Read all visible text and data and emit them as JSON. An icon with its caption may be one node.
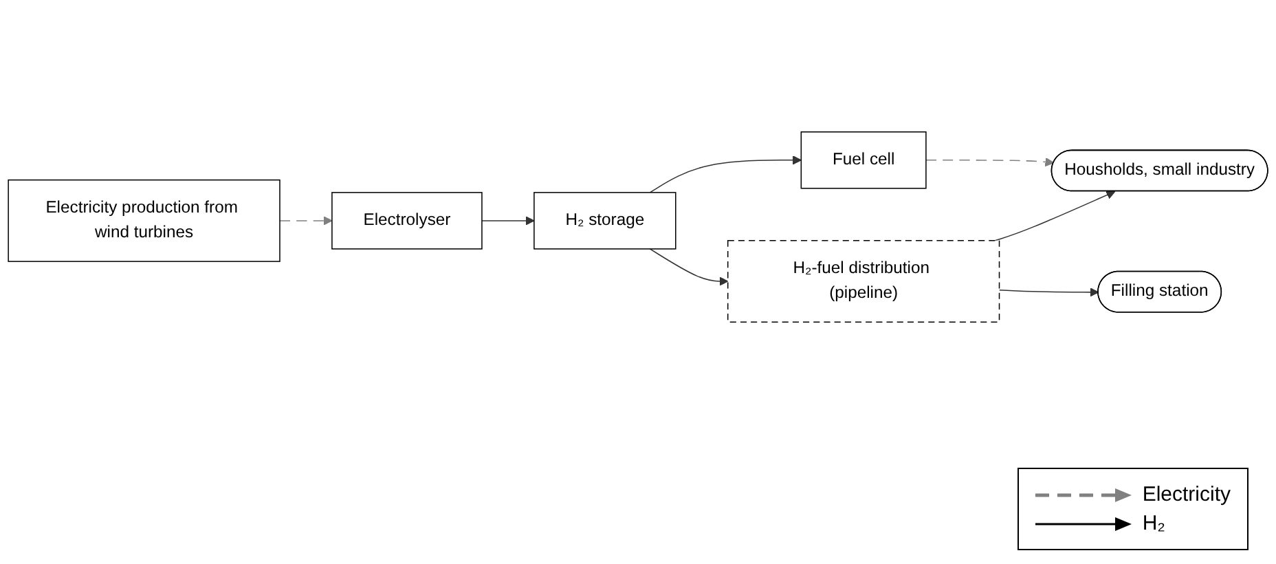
{
  "diagram": {
    "nodes": [
      {
        "text": [
          "Electricity production from wind turbines"
        ]
      },
      {
        "text": [
          "Electrolyser"
        ]
      },
      {
        "text": [
          "H₂ storage"
        ]
      },
      {
        "text": [
          "Fuel cell"
        ]
      },
      {
        "text": [
          "H₂-fuel distribution (pipeline)"
        ]
      },
      {
        "text": [
          "Housholds, small industry"
        ]
      },
      {
        "text": [
          "Filling station"
        ]
      }
    ],
    "edges": [
      {
        "from": 0,
        "to": 1,
        "arrow": "to",
        "style": "dashed",
        "color": "#808080"
      },
      {
        "from": 1,
        "to": 2,
        "arrow": "to"
      },
      {
        "from": 2,
        "to": 3,
        "arrow": "to"
      },
      {
        "from": 3,
        "to": 5,
        "arrow": "to",
        "style": "dashed",
        "color": "#808080"
      },
      {
        "from": 2,
        "to": 4,
        "arrow": "to"
      },
      {
        "from": 4,
        "to": 5,
        "arrow": "to"
      },
      {
        "from": 4,
        "to": 6,
        "arrow": "to"
      }
    ],
    "legend": [
      {
        "text": "Electricity"
      },
      {
        "text": "H₂"
      }
    ]
  }
}
